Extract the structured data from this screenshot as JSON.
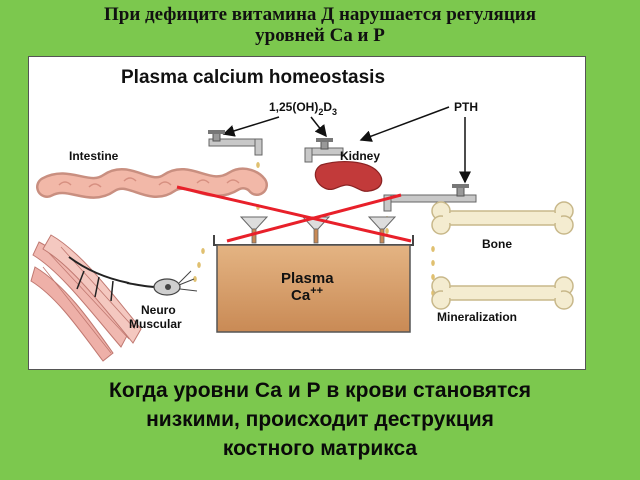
{
  "slide": {
    "title_line1": "При дефиците витамина Д нарушается регуляция",
    "title_line2": "уровней Са и Р",
    "caption_line1": "Когда уровни Са и Р в крови становятся",
    "caption_line2": "низкими, происходит деструкция",
    "caption_line3": "костного матрикса"
  },
  "diagram": {
    "title": "Plasma calcium homeostasis",
    "vitd_prefix": "1,25(OH)",
    "vitd_sub1": "2",
    "vitd_mid": "D",
    "vitd_sub2": "3",
    "pth": "PTH",
    "intestine": "Intestine",
    "kidney": "Kidney",
    "bone": "Bone",
    "plasma_line1": "Plasma",
    "plasma_line2": "Ca",
    "plasma_sup": "++",
    "neuro_line1": "Neuro",
    "neuro_line2": "Muscular",
    "mineralization": "Mineralization"
  },
  "colors": {
    "background": "#7cc84e",
    "plasma_fill": "#d8a070",
    "cross": "#e8202a",
    "bone": "#f4ecd0",
    "kidney": "#c23a3a",
    "intestine": "#f2b8a8",
    "drops": "#e0c070"
  }
}
